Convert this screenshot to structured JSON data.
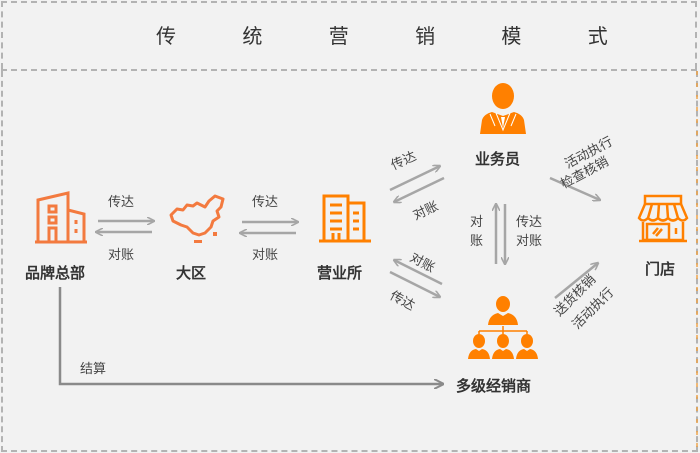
{
  "title": "传 统 营 销 模 式",
  "colors": {
    "accent": "#ff8000",
    "accent_soft": "#f37a3f",
    "arrow": "#a6a6a6",
    "background": "#f2f2f2",
    "border": "#b3b3b3"
  },
  "nodes": {
    "hq": {
      "label": "品牌总部",
      "icon": "building-icon"
    },
    "region": {
      "label": "大区",
      "icon": "china-map-icon"
    },
    "office": {
      "label": "营业所",
      "icon": "office-building-icon"
    },
    "salesman": {
      "label": "业务员",
      "icon": "person-icon"
    },
    "distributor": {
      "label": "多级经销商",
      "icon": "org-chart-icon"
    },
    "store": {
      "label": "门店",
      "icon": "storefront-icon"
    }
  },
  "edges": {
    "hq_region": {
      "forward": "传达",
      "back": "对账"
    },
    "region_office": {
      "forward": "传达",
      "back": "对账"
    },
    "office_salesman": {
      "forward": "传达",
      "back": "对账"
    },
    "office_distributor": {
      "forward": "传达",
      "back": "对账"
    },
    "salesman_distributor": {
      "left": "对\n账",
      "left_1": "对",
      "left_2": "账",
      "right_1": "传达",
      "right_2": "对账"
    },
    "salesman_store": {
      "line1": "活动执行",
      "line2": "检查核销"
    },
    "distributor_store": {
      "line1": "送货核销",
      "line2": "活动执行"
    },
    "hq_distributor": {
      "label": "结算"
    }
  }
}
